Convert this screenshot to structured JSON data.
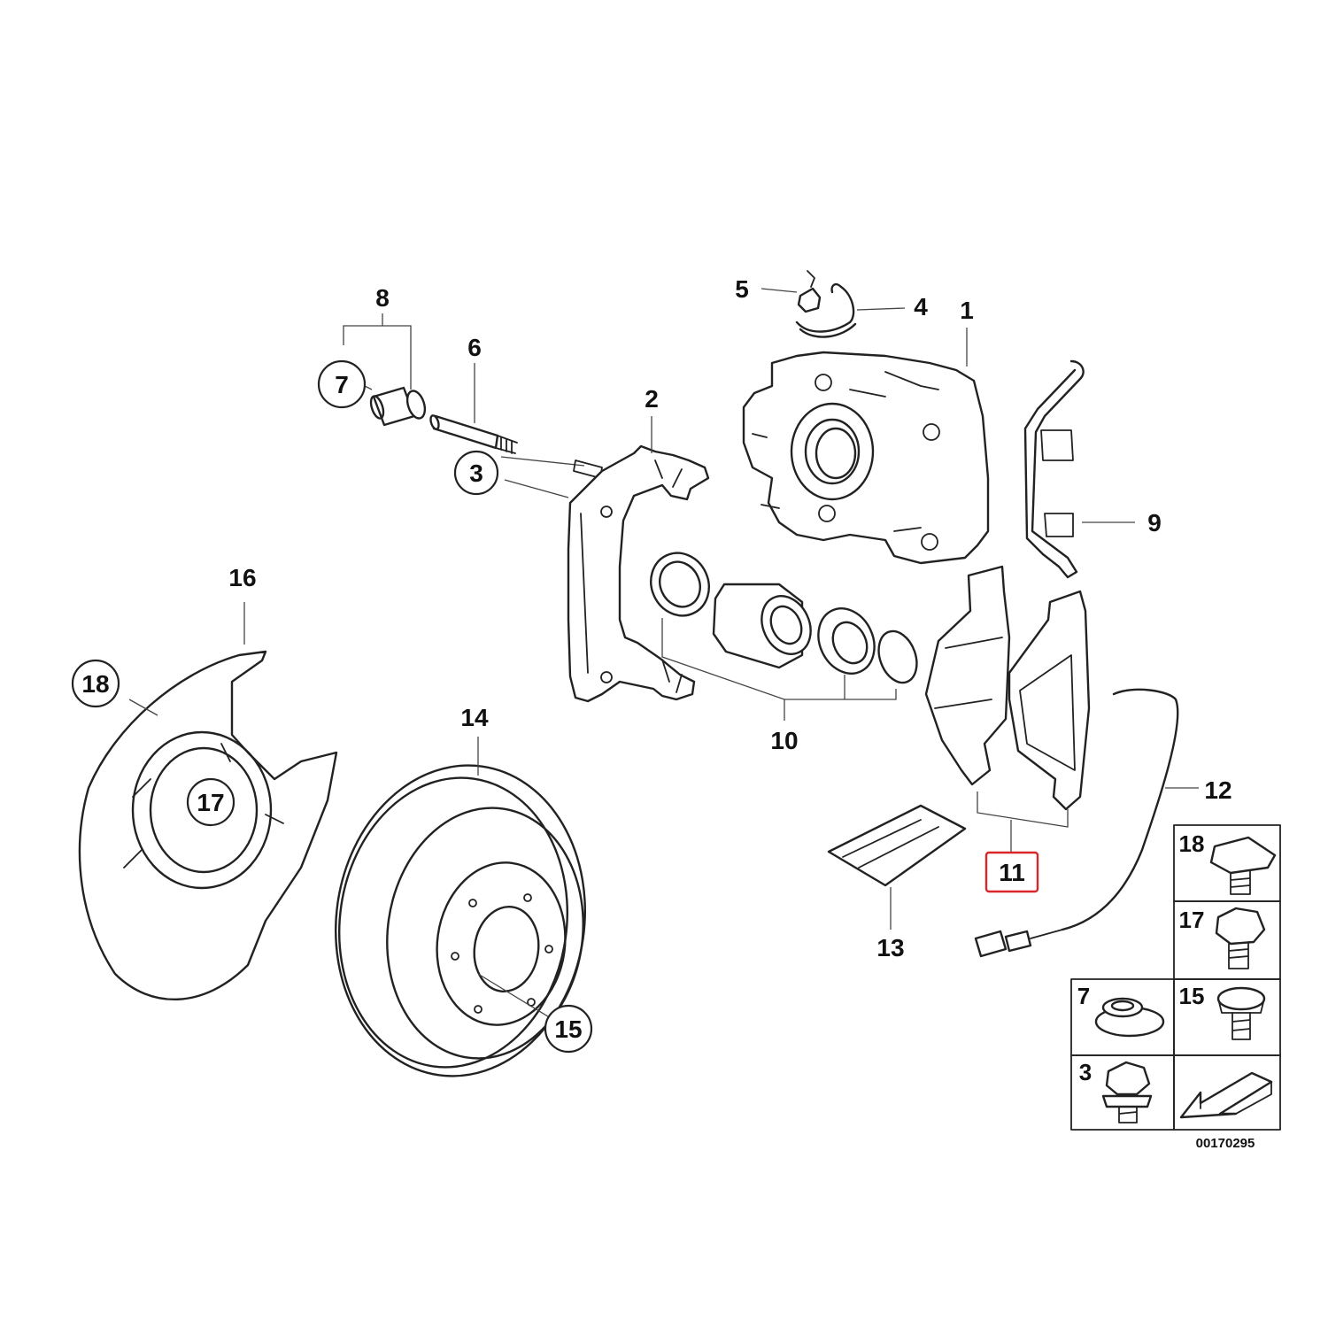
{
  "labels": {
    "l1": "1",
    "l2": "2",
    "l3": "3",
    "l4": "4",
    "l5": "5",
    "l6": "6",
    "l7": "7",
    "l8": "8",
    "l9": "9",
    "l10": "10",
    "l11": "11",
    "l12": "12",
    "l13": "13",
    "l14": "14",
    "l15": "15",
    "l16": "16",
    "l17": "17",
    "l18": "18"
  },
  "legend": {
    "t18": "18",
    "t17": "17",
    "t7": "7",
    "t15": "15",
    "t3": "3"
  },
  "drawing_number": "00170295",
  "colors": {
    "line": "#222222",
    "highlight": "#d9262a",
    "background": "#ffffff"
  }
}
